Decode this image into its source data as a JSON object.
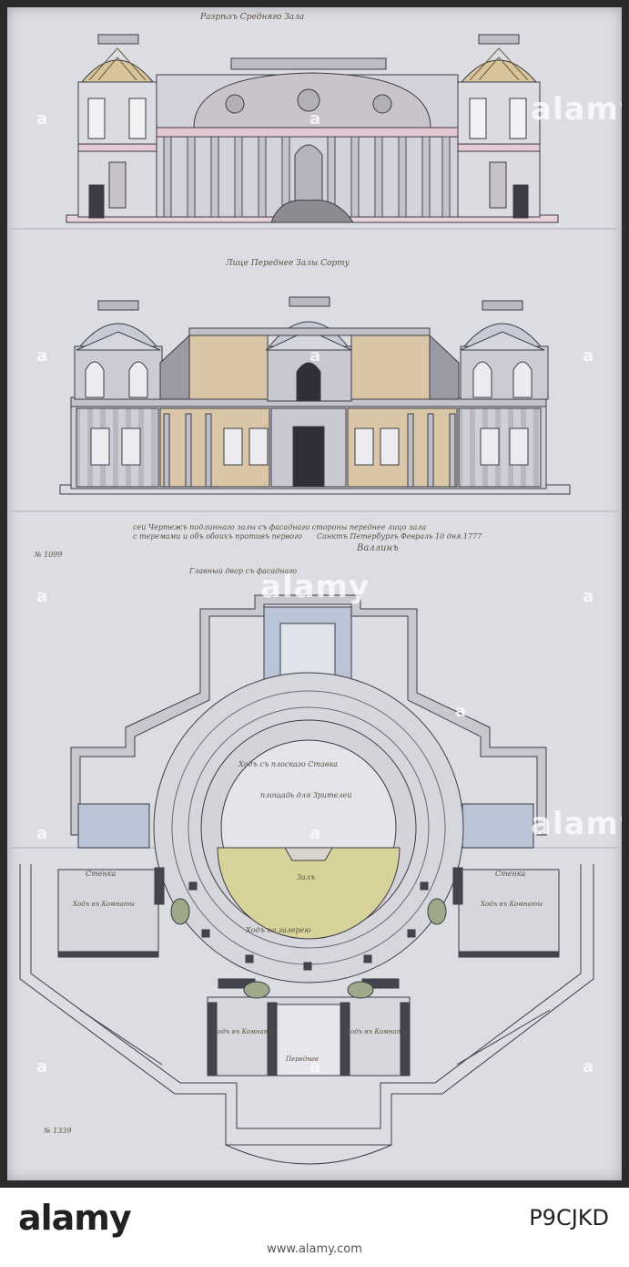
{
  "drawing": {
    "title_section": "Разрѣзъ Средняго Зала",
    "title_elevation": "Лице Переднее Залы Сорту",
    "inscription_line1": "сей Чертежъ подлиннаго залы съ фасаднаго стороны переднее лицо зала",
    "inscription_line2": "с теремами и объ обоихъ противъ первого",
    "inscription_line3": "Санктъ Петербургъ Февраль 10 дня 1777",
    "signature": "Валлинъ",
    "note_left": "№ 1099",
    "note_center": "Главный двор съ фасаднаго",
    "label_stairs": "Ходъ съ плоскаго Ставка",
    "label_hall": "площадь для Зрителей",
    "label_arena": "Залъ",
    "label_gallery": "Ходъ на галерею",
    "label_left_room": "Стенка",
    "label_right_room": "Стенка",
    "label_left_desc": "Ходъ въ Комнаты",
    "label_right_desc": "Ходъ въ Комнаты",
    "label_bottom_left": "Ходъ въ Комнаты",
    "label_bottom_right": "Ходъ въ Комнаты",
    "label_bottom_center": "Переднее",
    "catalog_no": "№ 1339"
  },
  "watermarks": {
    "brand_text": "alamy",
    "a_mark": "a"
  },
  "footer": {
    "brand": "alamy",
    "image_id": "P9CJKD",
    "url": "www.alamy.com"
  },
  "colors": {
    "paper": "#dcdde3",
    "ink": "#3b3b45",
    "pink": "#e4c8d2",
    "wash_tan": "#d9c6a6",
    "wash_blue": "#b9c4d6",
    "arena": "#d8d39a",
    "green": "#9fa98a"
  }
}
